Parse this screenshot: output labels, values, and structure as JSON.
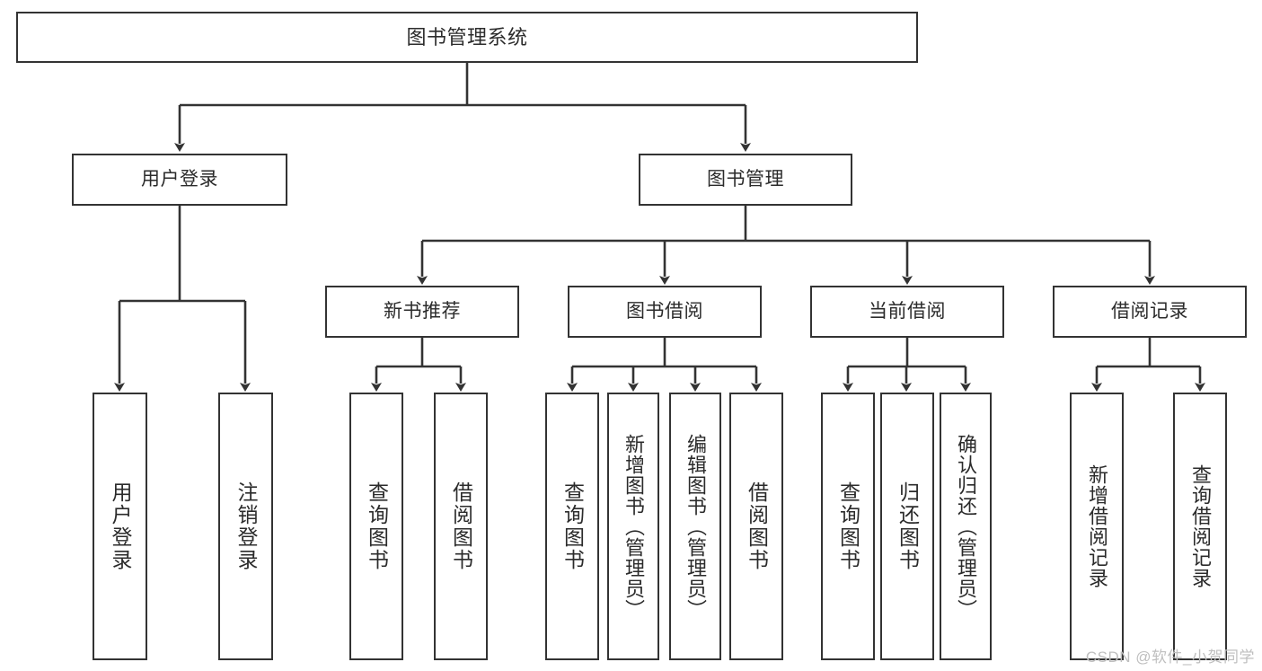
{
  "diagram": {
    "type": "tree",
    "title": "图书管理系统",
    "watermark": "CSDN @软件_小贺同学",
    "line_color": "#333333",
    "box_fill": "#ffffff",
    "text_color": "#2b2b2b",
    "nodes": {
      "root": {
        "label": "图书管理系统"
      },
      "level2": [
        {
          "id": "user-login",
          "label": "用户登录"
        },
        {
          "id": "book-manage",
          "label": "图书管理"
        }
      ],
      "level3": [
        {
          "id": "new-book-recommend",
          "label": "新书推荐"
        },
        {
          "id": "book-borrow",
          "label": "图书借阅"
        },
        {
          "id": "current-borrow",
          "label": "当前借阅"
        },
        {
          "id": "borrow-record",
          "label": "借阅记录"
        }
      ],
      "leaves": {
        "user-login": [
          {
            "id": "leaf-user-login",
            "label": "用户登录"
          },
          {
            "id": "leaf-logout-login",
            "label": "注销登录"
          }
        ],
        "new-book-recommend": [
          {
            "id": "leaf-query-book-1",
            "label": "查询图书"
          },
          {
            "id": "leaf-borrow-book-1",
            "label": "借阅图书"
          }
        ],
        "book-borrow": [
          {
            "id": "leaf-query-book-2",
            "label": "查询图书"
          },
          {
            "id": "leaf-add-book",
            "label": "新增图书（管理员）"
          },
          {
            "id": "leaf-edit-book",
            "label": "编辑图书（管理员）"
          },
          {
            "id": "leaf-borrow-book-2",
            "label": "借阅图书"
          }
        ],
        "current-borrow": [
          {
            "id": "leaf-query-book-3",
            "label": "查询图书"
          },
          {
            "id": "leaf-return-book",
            "label": "归还图书"
          },
          {
            "id": "leaf-confirm-return",
            "label": "确认归还（管理员）"
          }
        ],
        "borrow-record": [
          {
            "id": "leaf-add-record",
            "label": "新增借阅记录"
          },
          {
            "id": "leaf-query-record",
            "label": "查询借阅记录"
          }
        ]
      }
    }
  }
}
